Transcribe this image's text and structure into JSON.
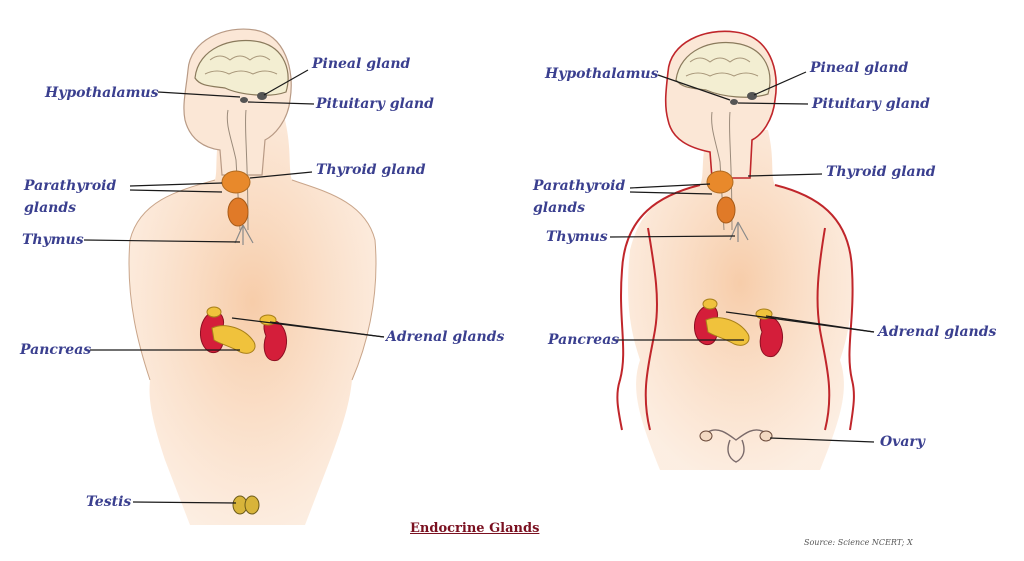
{
  "caption": "Endocrine Glands",
  "source": "Source: Science NCERT; X",
  "colors": {
    "label": "#3a3f8f",
    "caption": "#7a1020",
    "skin": "#f8d3b4",
    "female_outline": "#c0262b",
    "gland_orange": "#e8892b",
    "kidney_red": "#d41e3a",
    "adrenal_yellow": "#f0c23c"
  },
  "male": {
    "labels": {
      "hypothalamus": "Hypothalamus",
      "pineal": "Pineal gland",
      "pituitary": "Pituitary gland",
      "thyroid": "Thyroid gland",
      "parathyroid_1": "Parathyroid",
      "parathyroid_2": "glands",
      "thymus": "Thymus",
      "pancreas": "Pancreas",
      "adrenal": "Adrenal glands",
      "testis": "Testis"
    }
  },
  "female": {
    "labels": {
      "hypothalamus": "Hypothalamus",
      "pineal": "Pineal gland",
      "pituitary": "Pituitary gland",
      "thyroid": "Thyroid gland",
      "parathyroid_1": "Parathyroid",
      "parathyroid_2": "glands",
      "thymus": "Thymus",
      "pancreas": "Pancreas",
      "adrenal": "Adrenal glands",
      "ovary": "Ovary"
    }
  }
}
